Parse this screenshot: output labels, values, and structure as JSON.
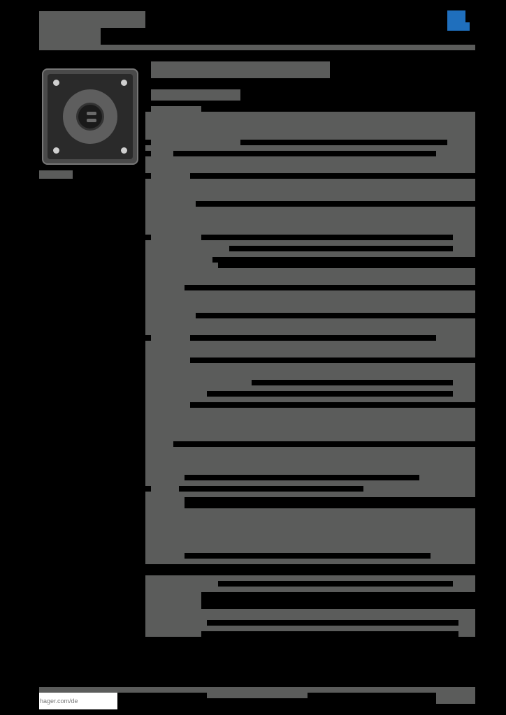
{
  "header": {
    "title": "",
    "subtitle": "",
    "logo": "hager-logo",
    "brand_color": "#1f6fbd"
  },
  "product": {
    "image": "socket-outlet-product-photo",
    "caption": ""
  },
  "main": {
    "heading": "",
    "subheading": "",
    "sections": []
  },
  "footer": {
    "url": "hager.com/de",
    "center_text": "",
    "page_info": ""
  },
  "colors": {
    "redaction_gray": "#5b5c5b",
    "background": "#000000"
  }
}
